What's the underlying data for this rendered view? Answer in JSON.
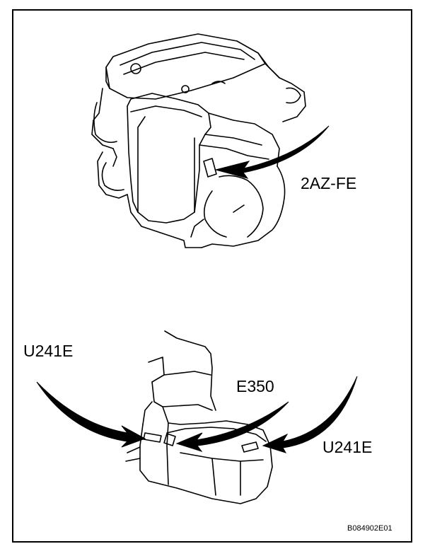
{
  "labels": {
    "engine": "2AZ-FE",
    "transaxle_left": "U241E",
    "transaxle_center": "E350",
    "transaxle_right": "U241E"
  },
  "figure_code": "B084902E01",
  "colors": {
    "ink": "#000000",
    "paper": "#ffffff"
  }
}
